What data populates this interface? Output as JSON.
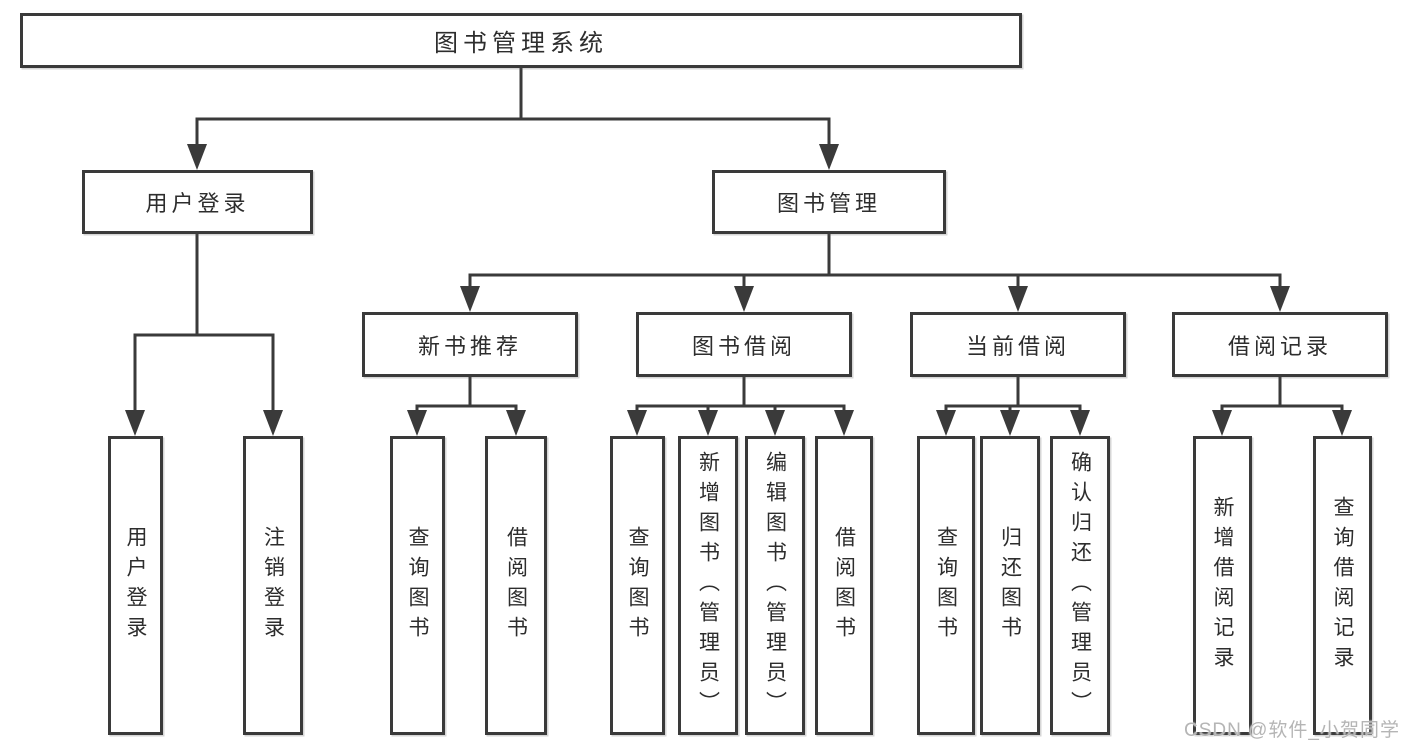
{
  "colors": {
    "line": "#3a3a3a",
    "text": "#2d2d2d",
    "watermark": "#b5b5b5",
    "background": "#ffffff"
  },
  "tree": {
    "root": {
      "label": "图书管理系统"
    },
    "branches": [
      {
        "label": "用户登录",
        "children": [
          {
            "label": "用户登录"
          },
          {
            "label": "注销登录"
          }
        ]
      },
      {
        "label": "图书管理",
        "children": [
          {
            "label": "新书推荐",
            "children": [
              {
                "label": "查询图书"
              },
              {
                "label": "借阅图书"
              }
            ]
          },
          {
            "label": "图书借阅",
            "children": [
              {
                "label": "查询图书"
              },
              {
                "label": "新增图书（管理员）"
              },
              {
                "label": "编辑图书（管理员）"
              },
              {
                "label": "借阅图书"
              }
            ]
          },
          {
            "label": "当前借阅",
            "children": [
              {
                "label": "查询图书"
              },
              {
                "label": "归还图书"
              },
              {
                "label": "确认归还（管理员）"
              }
            ]
          },
          {
            "label": "借阅记录",
            "children": [
              {
                "label": "新增借阅记录"
              },
              {
                "label": "查询借阅记录"
              }
            ]
          }
        ]
      }
    ]
  },
  "watermark": {
    "text": "CSDN @软件_小贺同学"
  }
}
